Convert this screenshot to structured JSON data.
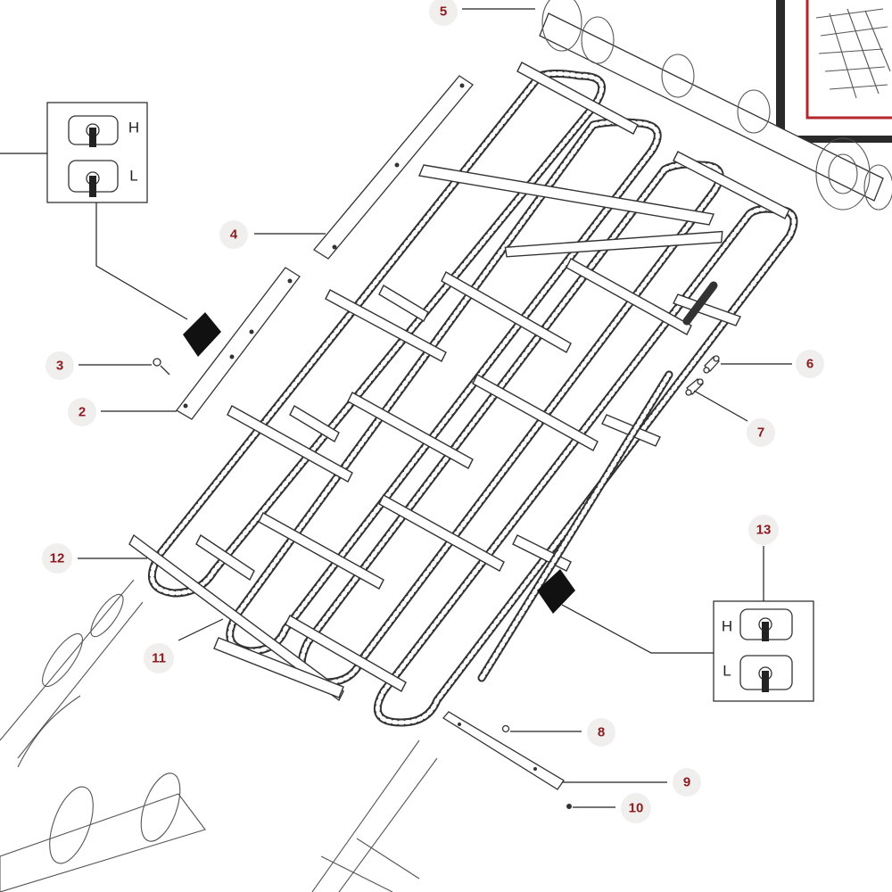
{
  "callouts": [
    "2",
    "3",
    "4",
    "5",
    "6",
    "7",
    "8",
    "9",
    "10",
    "11",
    "12",
    "13"
  ],
  "inset_left": {
    "top_letter": "H",
    "bottom_letter": "L"
  },
  "inset_right": {
    "top_letter": "H",
    "bottom_letter": "L"
  },
  "colors": {
    "callout_text": "#8d1b1f",
    "callout_bubble": "#f1eeee",
    "thumbnail_border": "#b3262b"
  },
  "icons": [
    "setting-h-icon",
    "setting-l-icon",
    "label-sticker-icon"
  ]
}
